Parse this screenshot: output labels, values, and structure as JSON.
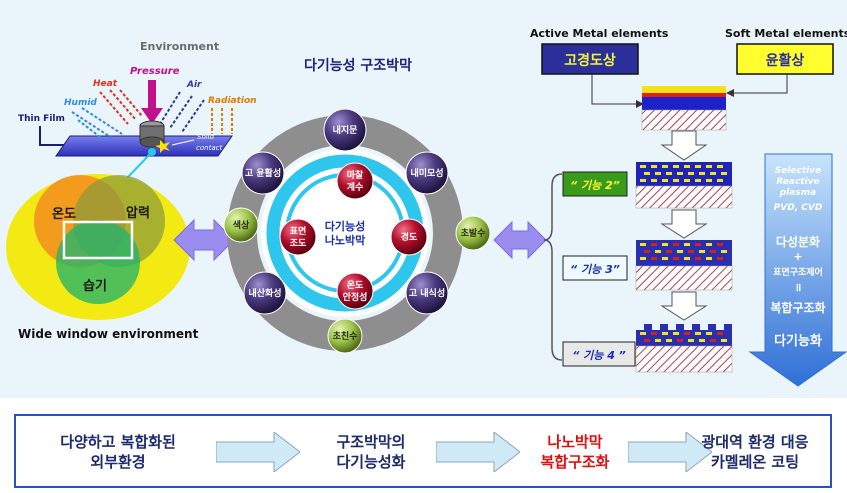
{
  "environment": {
    "title": "Environment",
    "pressure": "Pressure",
    "heat": "Heat",
    "humid": "Humid",
    "air": "Air",
    "radiation": "Radiation",
    "thin_film": "Thin Film",
    "solid_contact": "Solid\ncontact"
  },
  "venn": {
    "temp": "온도",
    "pressure": "압력",
    "humidity": "습기",
    "caption": "Wide window environment"
  },
  "rings": {
    "title": "다기능성 구조박막",
    "center": [
      "다기능성",
      "나노박막"
    ],
    "outer": [
      {
        "label": "내지문"
      },
      {
        "label": "내미모성"
      },
      {
        "label": "초발수"
      },
      {
        "label": "고 내식성"
      },
      {
        "label": "초친수"
      },
      {
        "label": "내산화성"
      },
      {
        "label": "색상"
      },
      {
        "label": "고 윤활성"
      }
    ],
    "inner": [
      {
        "label": "마찰\n계수"
      },
      {
        "label": "경도"
      },
      {
        "label": "온도\n안정성"
      },
      {
        "label": "표면\n조도"
      }
    ]
  },
  "right": {
    "active_title": "Active Metal elements",
    "soft_title": "Soft Metal elements",
    "hard_phase": "고경도상",
    "lube_phase": "윤활상",
    "func2": "“ 기능 2”",
    "func3": "“ 기능 3”",
    "func4": "“ 기능 4 ”",
    "process": [
      "Selective",
      "Reactive",
      "plasma",
      "PVD, CVD"
    ],
    "multi1": "다성분화",
    "plus": "+",
    "surface": "표면구조제어",
    "equals": "॥",
    "composite": "복합구조화",
    "multifunction": "다기능화"
  },
  "flow": {
    "step1": [
      "다양하고 복합화된",
      "외부환경"
    ],
    "step2": [
      "구조박막의",
      "다기능성화"
    ],
    "step3": [
      "나노박막",
      "복합구조화"
    ],
    "step4": [
      "광대역 환경 대응",
      "카멜레온 코팅"
    ]
  },
  "colors": {
    "panel_bg": "#e9f4fb",
    "outer_ring": "#8e8e8e",
    "cyan_ring": "#2fc6ee",
    "sphere_purple": "#4b3a7e",
    "sphere_red": "#b4102c",
    "arrow_violet": "#9b8df0",
    "flow_border": "#2b4fc4"
  }
}
